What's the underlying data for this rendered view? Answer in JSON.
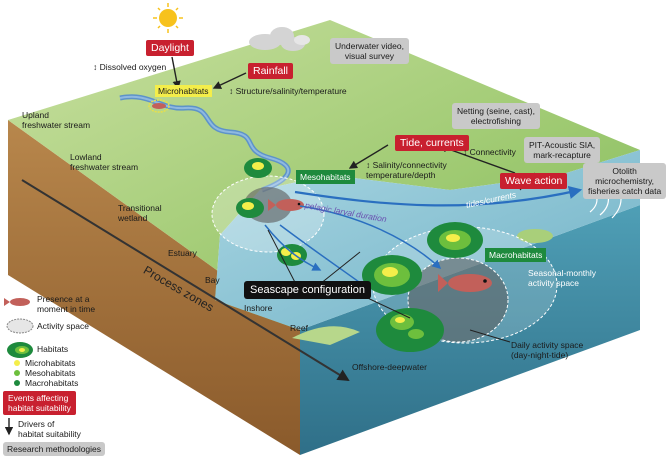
{
  "labels": {
    "daylight": "Daylight",
    "rainfall": "Rainfall",
    "tide_currents": "Tide, currents",
    "wave_action": "Wave action",
    "dissolved_oxygen": "↕ Dissolved oxygen",
    "structure": "↕ Structure/salinity/temperature",
    "salinity_line1": "↕ Salinity/connectivity",
    "salinity_line2": "temperature/depth",
    "connectivity": "↕ Connectivity",
    "microhabitats": "Microhabitats",
    "mesohabitats": "Mesohabitats",
    "macrohabitats": "Macrohabitats",
    "seascape": "Seascape configuration",
    "pelagic": "pelagic larval duration",
    "tides_currents": "tides/currents",
    "process_zones": "Process zones",
    "upland_1": "Upland",
    "upland_2": "freshwater stream",
    "lowland_1": "Lowland",
    "lowland_2": "freshwater stream",
    "transitional_1": "Transitional",
    "transitional_2": "wetland",
    "estuary": "Estuary",
    "bay": "Bay",
    "inshore": "Inshore",
    "reef": "Reef",
    "offshore": "Offshore-deepwater",
    "seasonal_1": "Seasonal-monthly",
    "seasonal_2": "activity space",
    "daily_1": "Daily activity space",
    "daily_2": "(day-night-tide)"
  },
  "methods": {
    "video_1": "Underwater video,",
    "video_2": "visual survey",
    "netting_1": "Netting (seine, cast),",
    "netting_2": "electrofishing",
    "pit_1": "PIT-Acoustic SIA,",
    "pit_2": "mark-recapture",
    "otolith_1": "Otolith",
    "otolith_2": "microchemistry,",
    "otolith_3": "fisheries catch data"
  },
  "legend": {
    "presence_1": "Presence at a",
    "presence_2": "moment in time",
    "activity": "Activity space",
    "habitats": "Habitats",
    "micro": "Microhabitats",
    "meso": "Mesohabitats",
    "macro": "Macrohabitats",
    "events_1": "Events affecting",
    "events_2": "habitat suitability",
    "drivers_1": "Drivers of",
    "drivers_2": "habitat suitability",
    "research": "Research methodologies"
  },
  "colors": {
    "driver_red": "#c8202f",
    "habitat_green": "#1e8a3d",
    "meso_green": "#6dbf3d",
    "micro_yellow": "#f4ee4a",
    "water": "#8cc5d6",
    "land": "#a9cf7a"
  }
}
